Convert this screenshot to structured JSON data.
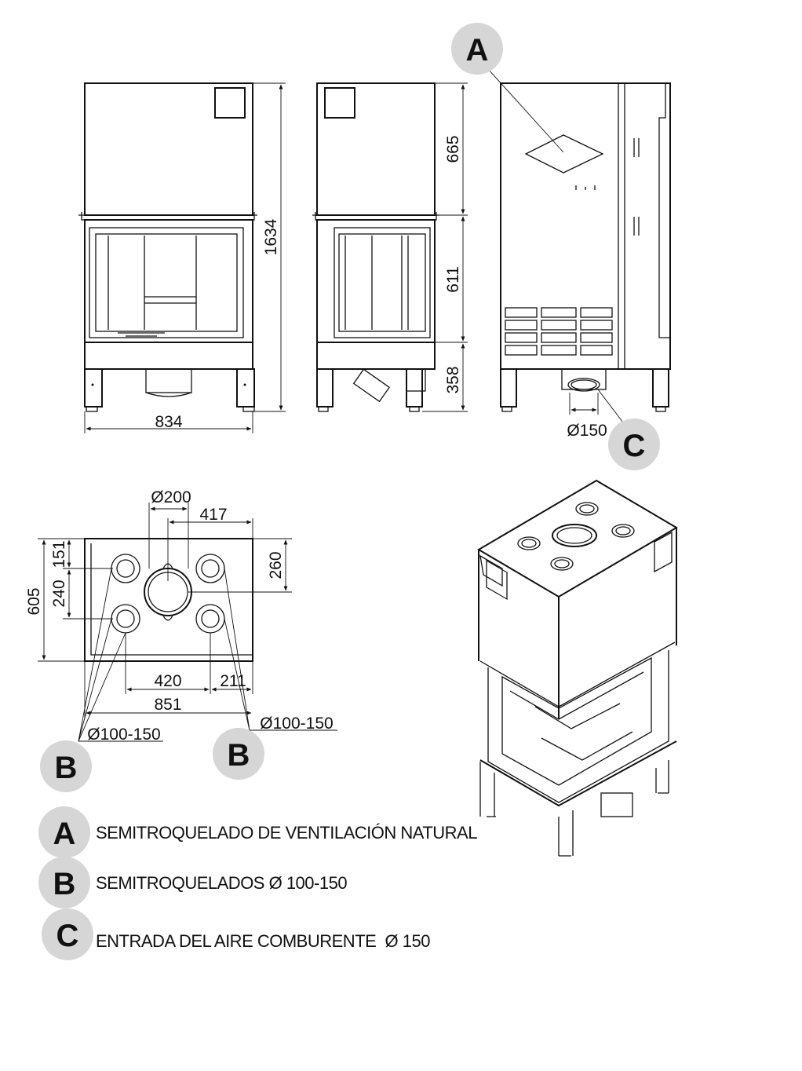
{
  "dimensions": {
    "width_front": "834",
    "height_total": "1634",
    "height_top": "665",
    "height_door": "611",
    "height_base": "358",
    "air_inlet_diameter": "Ø150",
    "top_flue_diameter": "Ø200",
    "top_offset_417": "417",
    "top_offset_260": "260",
    "top_depth_605": "605",
    "top_offset_151": "151",
    "top_spacing_240": "240",
    "top_spacing_420": "420",
    "top_offset_211": "211",
    "top_width_851": "851",
    "outlet_diameter_left": "Ø100-150",
    "outlet_diameter_right": "Ø100-150"
  },
  "callouts": {
    "a": "A",
    "b_left": "B",
    "b_right": "B",
    "c": "C"
  },
  "legend": [
    {
      "letter": "A",
      "text": "SEMITROQUELADO DE VENTILACIÓN NATURAL"
    },
    {
      "letter": "B",
      "text": "SEMITROQUELADOS Ø 100-150"
    },
    {
      "letter": "C",
      "text": "ENTRADA DEL AIRE COMBURENTE  Ø 150"
    }
  ],
  "colors": {
    "line": "#111111",
    "badge": "#d6d6d6"
  }
}
